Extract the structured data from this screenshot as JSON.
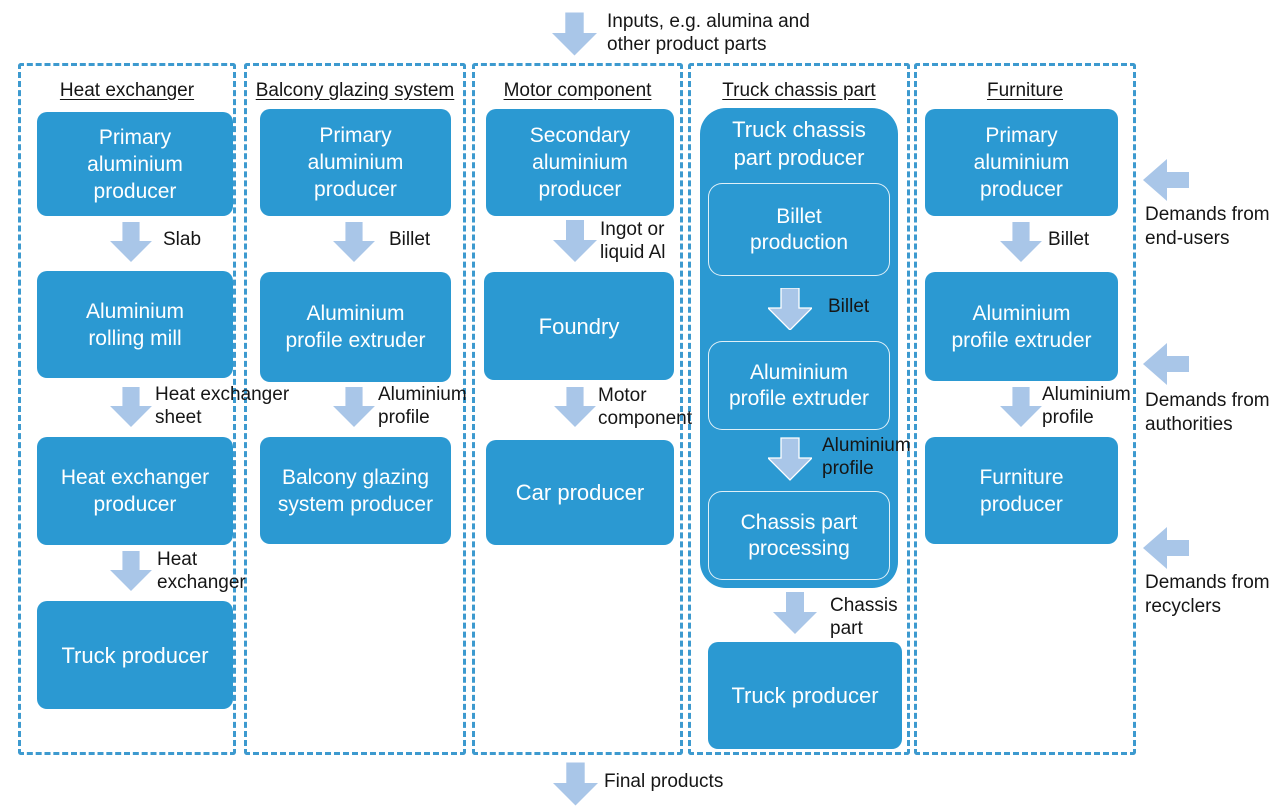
{
  "colors": {
    "box_blue": "#2b99d2",
    "dashed_border_blue": "#3d9acf",
    "arrow_light_blue": "#a9c6e8",
    "box_text": "#ffffff",
    "label_text": "#161616"
  },
  "inputs": {
    "label": "Inputs, e.g. alumina and\nother product parts"
  },
  "outputs": {
    "label": "Final products"
  },
  "demands": [
    {
      "label": "Demands from\nend-users"
    },
    {
      "label": "Demands from\nauthorities"
    },
    {
      "label": "Demands from\nrecyclers"
    }
  ],
  "columns": [
    {
      "title": "Heat exchanger",
      "boxes": {
        "b1": "Primary\naluminium\nproducer",
        "b2": "Aluminium\nrolling mill",
        "b3": "Heat exchanger\nproducer",
        "b4": "Truck producer"
      },
      "labels": {
        "a1": "Slab",
        "a2": "Heat exchanger\nsheet",
        "a3": "Heat\nexchanger"
      }
    },
    {
      "title": "Balcony glazing system",
      "boxes": {
        "b1": "Primary\naluminium\nproducer",
        "b2": "Aluminium\nprofile extruder",
        "b3": "Balcony glazing\nsystem producer"
      },
      "labels": {
        "a1": "Billet",
        "a2": "Aluminium\nprofile"
      }
    },
    {
      "title": "Motor component",
      "boxes": {
        "b1": "Secondary\naluminium\nproducer",
        "b2": "Foundry",
        "b3": "Car producer"
      },
      "labels": {
        "a1": "Ingot or\nliquid Al",
        "a2": "Motor\ncomponent"
      }
    },
    {
      "title": "Truck chassis part",
      "container": {
        "title": "Truck chassis\npart producer",
        "inner": {
          "i1": "Billet\nproduction",
          "i2": "Aluminium\nprofile extruder",
          "i3": "Chassis part\nprocessing"
        }
      },
      "boxes": {
        "b2": "Truck producer"
      },
      "labels": {
        "a1": "Billet",
        "a2": "Aluminium\nprofile",
        "a3": "Chassis\npart"
      }
    },
    {
      "title": "Furniture",
      "boxes": {
        "b1": "Primary\naluminium\nproducer",
        "b2": "Aluminium\nprofile extruder",
        "b3": "Furniture\nproducer"
      },
      "labels": {
        "a1": "Billet",
        "a2": "Aluminium\nprofile"
      }
    }
  ]
}
